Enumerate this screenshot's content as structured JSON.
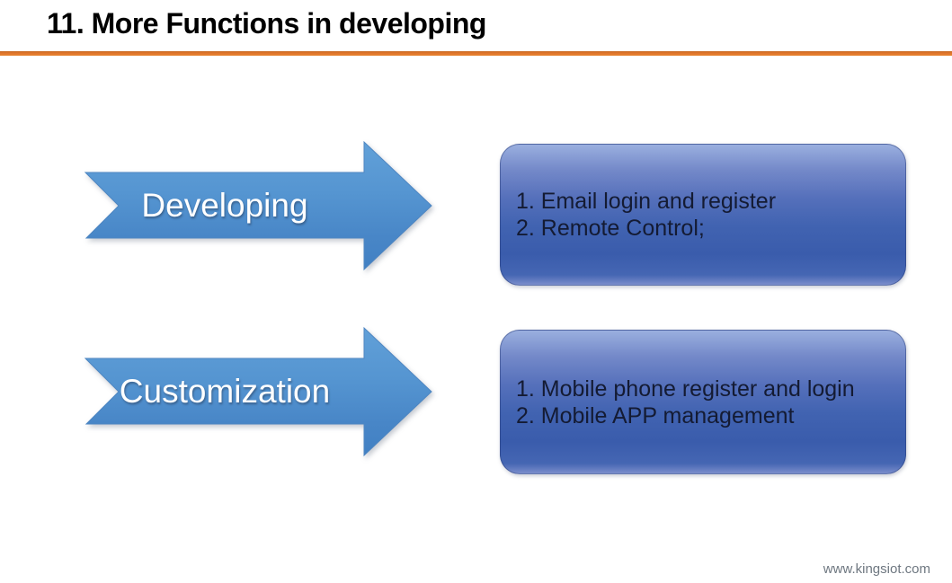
{
  "header": {
    "title": "11. More Functions in developing"
  },
  "rows": [
    {
      "arrow_label": "Developing",
      "box_items": [
        "1. Email login and register",
        "2. Remote Control;"
      ]
    },
    {
      "arrow_label": "Customization",
      "box_items": [
        "1. Mobile phone register and login",
        "2. Mobile APP management"
      ]
    }
  ],
  "footer": {
    "website": "www.kingsiot.com"
  },
  "colors": {
    "accent_orange": "#e0752b",
    "arrow_blue": "#4a8ac9",
    "box_gradient_top": "#9aafdf",
    "box_gradient_bottom": "#3a5cac",
    "box_text": "#141b33",
    "arrow_label_text": "#ffffff",
    "title_text": "#000000",
    "footer_text": "#6e7780"
  }
}
